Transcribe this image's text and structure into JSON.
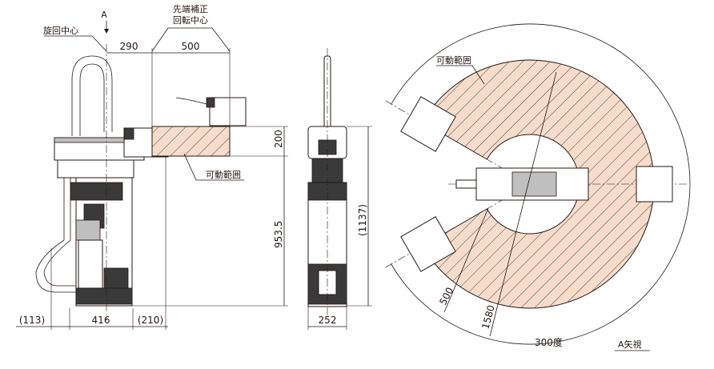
{
  "side_view": {
    "rotation_center_label": "旋回中心",
    "arrow_label": "A",
    "tip_center_label_line1": "先端補正",
    "tip_center_label_line2": "回転中心",
    "dim_290": "290",
    "dim_500": "500",
    "dim_200": "200",
    "dim_953_5": "953.5",
    "dim_113": "(113)",
    "dim_416": "416",
    "dim_210": "(210)",
    "range_label": "可動範囲"
  },
  "front_view": {
    "dim_252": "252",
    "dim_1137": "(1137)"
  },
  "top_view": {
    "range_label": "可動範囲",
    "dim_500": "500",
    "dim_1580": "1580",
    "angle_label": "300度",
    "view_label": "A矢視"
  },
  "colors": {
    "range_fill": "#f6dccb",
    "line": "#231815"
  }
}
